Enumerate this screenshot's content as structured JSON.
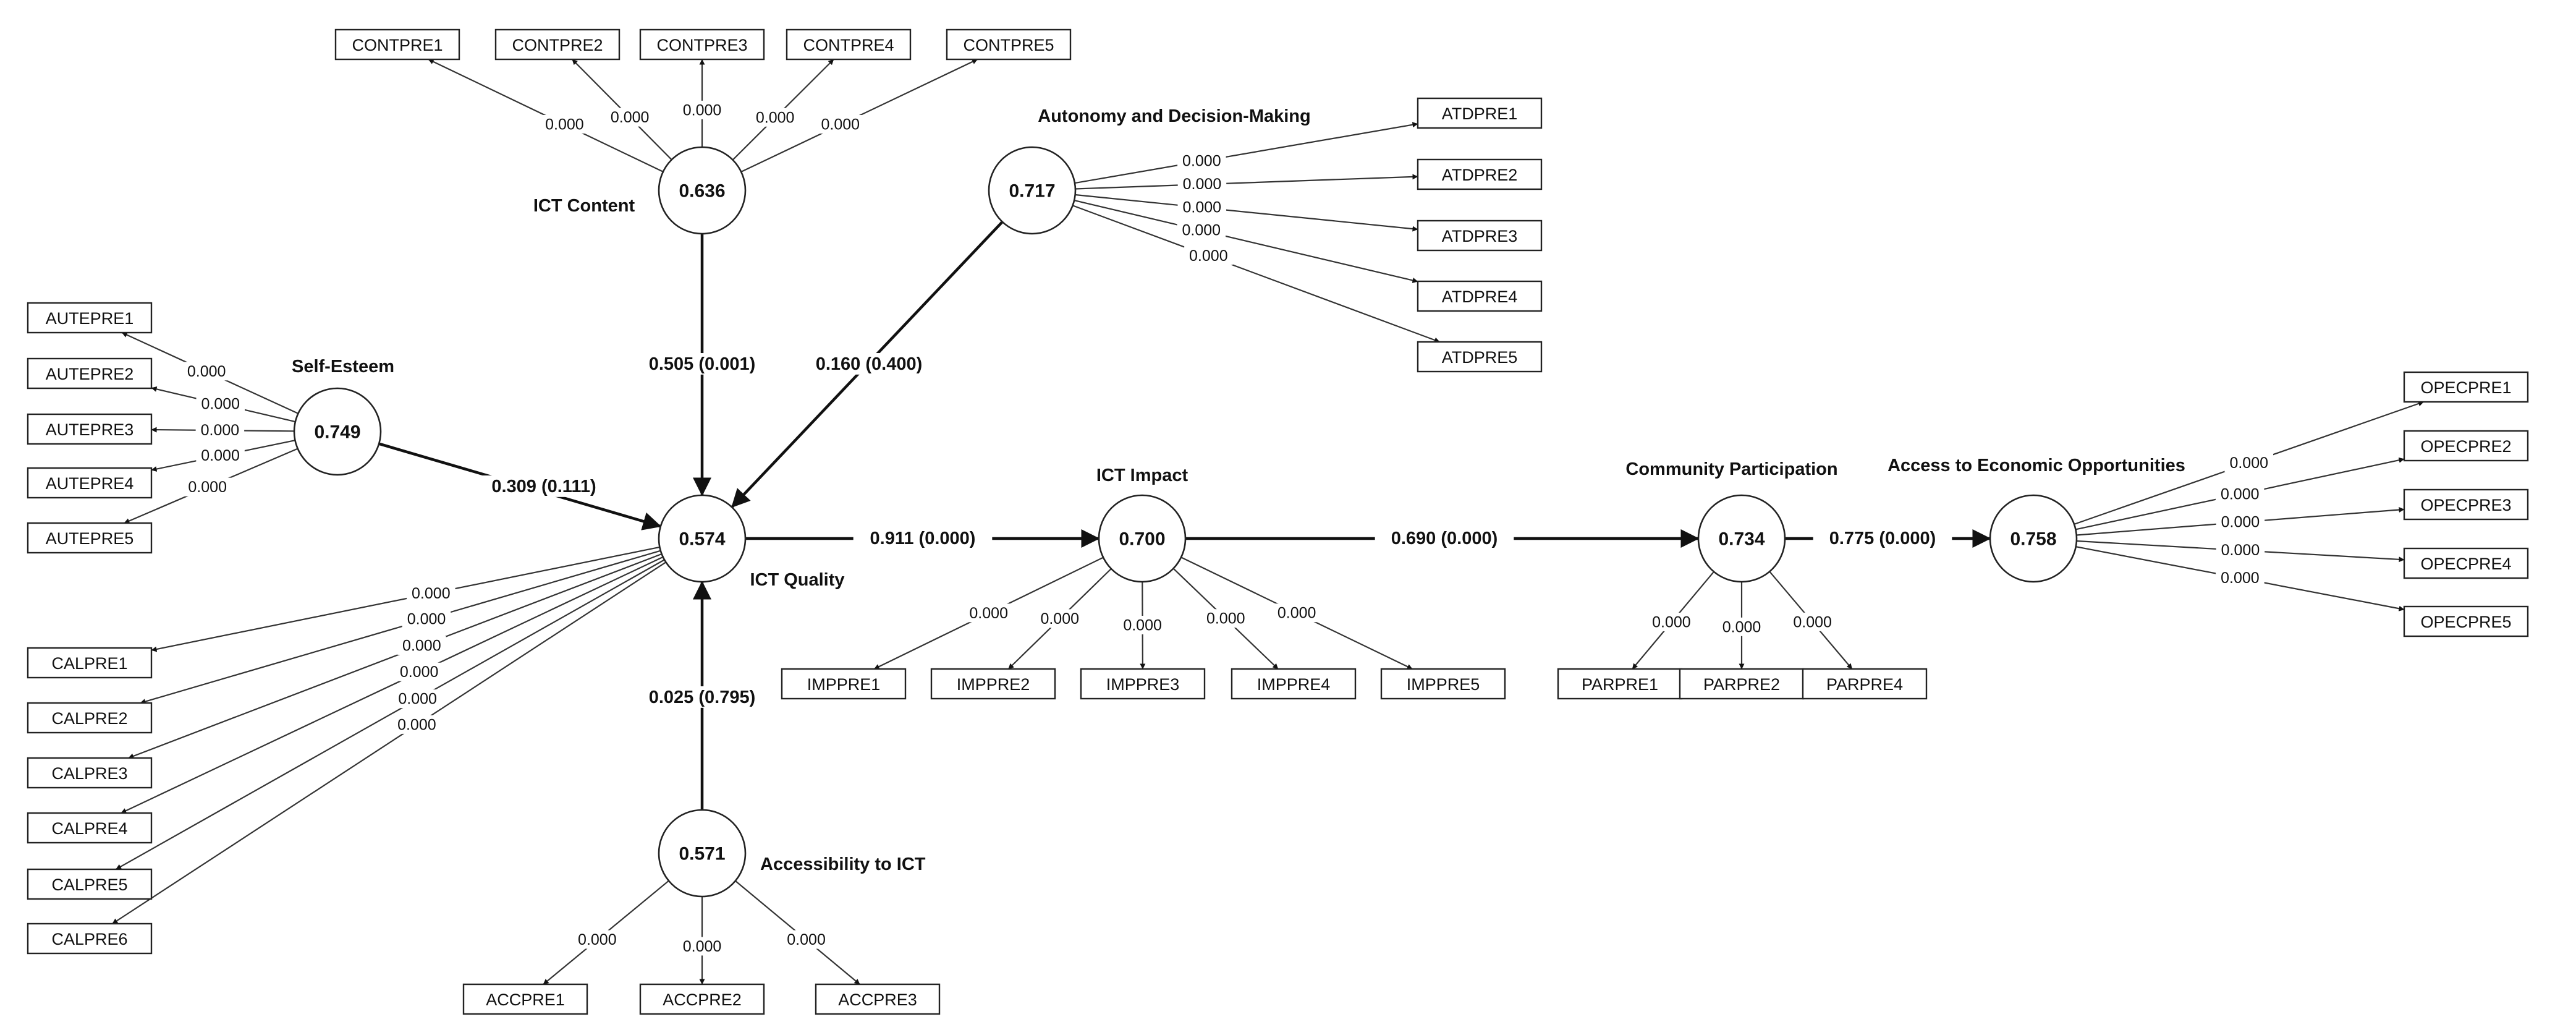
{
  "constructs": [
    {
      "id": "ict_content",
      "label": "ICT Content",
      "value": "0.636"
    },
    {
      "id": "self_esteem",
      "label": "Self-Esteem",
      "value": "0.749"
    },
    {
      "id": "autonomy",
      "label": "Autonomy and Decision-Making",
      "value": "0.717"
    },
    {
      "id": "ict_quality",
      "label": "ICT Quality",
      "value": "0.574"
    },
    {
      "id": "accessibility",
      "label": "Accessibility to ICT",
      "value": "0.571"
    },
    {
      "id": "ict_impact",
      "label": "ICT Impact",
      "value": "0.700"
    },
    {
      "id": "community",
      "label": "Community Participation",
      "value": "0.734"
    },
    {
      "id": "economic",
      "label": "Access to Economic Opportunities",
      "value": "0.758"
    }
  ],
  "indicators": [
    {
      "construct": "ict_content",
      "label": "CONTPRE1",
      "loading": "0.000"
    },
    {
      "construct": "ict_content",
      "label": "CONTPRE2",
      "loading": "0.000"
    },
    {
      "construct": "ict_content",
      "label": "CONTPRE3",
      "loading": "0.000"
    },
    {
      "construct": "ict_content",
      "label": "CONTPRE4",
      "loading": "0.000"
    },
    {
      "construct": "ict_content",
      "label": "CONTPRE5",
      "loading": "0.000"
    },
    {
      "construct": "autonomy",
      "label": "ATDPRE1",
      "loading": "0.000"
    },
    {
      "construct": "autonomy",
      "label": "ATDPRE2",
      "loading": "0.000"
    },
    {
      "construct": "autonomy",
      "label": "ATDPRE3",
      "loading": "0.000"
    },
    {
      "construct": "autonomy",
      "label": "ATDPRE4",
      "loading": "0.000"
    },
    {
      "construct": "autonomy",
      "label": "ATDPRE5",
      "loading": "0.000"
    },
    {
      "construct": "self_esteem",
      "label": "AUTEPRE1",
      "loading": "0.000"
    },
    {
      "construct": "self_esteem",
      "label": "AUTEPRE2",
      "loading": "0.000"
    },
    {
      "construct": "self_esteem",
      "label": "AUTEPRE3",
      "loading": "0.000"
    },
    {
      "construct": "self_esteem",
      "label": "AUTEPRE4",
      "loading": "0.000"
    },
    {
      "construct": "self_esteem",
      "label": "AUTEPRE5",
      "loading": "0.000"
    },
    {
      "construct": "ict_quality",
      "label": "CALPRE1",
      "loading": "0.000"
    },
    {
      "construct": "ict_quality",
      "label": "CALPRE2",
      "loading": "0.000"
    },
    {
      "construct": "ict_quality",
      "label": "CALPRE3",
      "loading": "0.000"
    },
    {
      "construct": "ict_quality",
      "label": "CALPRE4",
      "loading": "0.000"
    },
    {
      "construct": "ict_quality",
      "label": "CALPRE5",
      "loading": "0.000"
    },
    {
      "construct": "ict_quality",
      "label": "CALPRE6",
      "loading": "0.000"
    },
    {
      "construct": "accessibility",
      "label": "ACCPRE1",
      "loading": "0.000"
    },
    {
      "construct": "accessibility",
      "label": "ACCPRE2",
      "loading": "0.000"
    },
    {
      "construct": "accessibility",
      "label": "ACCPRE3",
      "loading": "0.000"
    },
    {
      "construct": "ict_impact",
      "label": "IMPPRE1",
      "loading": "0.000"
    },
    {
      "construct": "ict_impact",
      "label": "IMPPRE2",
      "loading": "0.000"
    },
    {
      "construct": "ict_impact",
      "label": "IMPPRE3",
      "loading": "0.000"
    },
    {
      "construct": "ict_impact",
      "label": "IMPPRE4",
      "loading": "0.000"
    },
    {
      "construct": "ict_impact",
      "label": "IMPPRE5",
      "loading": "0.000"
    },
    {
      "construct": "community",
      "label": "PARPRE1",
      "loading": "0.000"
    },
    {
      "construct": "community",
      "label": "PARPRE2",
      "loading": "0.000"
    },
    {
      "construct": "community",
      "label": "PARPRE4",
      "loading": "0.000"
    },
    {
      "construct": "economic",
      "label": "OPECPRE1",
      "loading": "0.000"
    },
    {
      "construct": "economic",
      "label": "OPECPRE2",
      "loading": "0.000"
    },
    {
      "construct": "economic",
      "label": "OPECPRE3",
      "loading": "0.000"
    },
    {
      "construct": "economic",
      "label": "OPECPRE4",
      "loading": "0.000"
    },
    {
      "construct": "economic",
      "label": "OPECPRE5",
      "loading": "0.000"
    }
  ],
  "paths": [
    {
      "from": "ict_content",
      "to": "ict_quality",
      "label": "0.505 (0.001)"
    },
    {
      "from": "autonomy",
      "to": "ict_quality",
      "label": "0.160 (0.400)"
    },
    {
      "from": "self_esteem",
      "to": "ict_quality",
      "label": "0.309 (0.111)"
    },
    {
      "from": "accessibility",
      "to": "ict_quality",
      "label": "0.025 (0.795)"
    },
    {
      "from": "ict_quality",
      "to": "ict_impact",
      "label": "0.911 (0.000)"
    },
    {
      "from": "ict_impact",
      "to": "community",
      "label": "0.690 (0.000)"
    },
    {
      "from": "community",
      "to": "economic",
      "label": "0.775 (0.000)"
    }
  ]
}
